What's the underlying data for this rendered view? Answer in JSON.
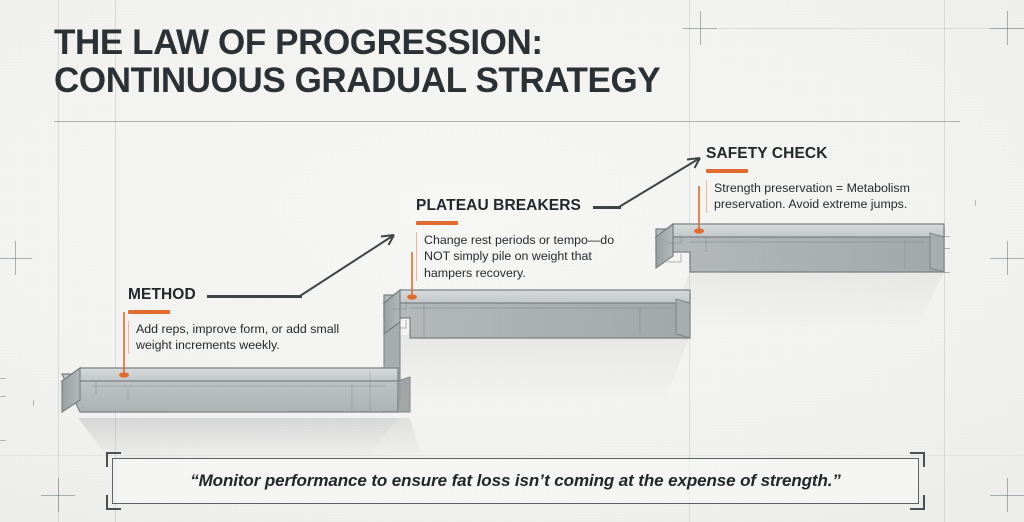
{
  "title": {
    "line1": "THE LAW OF PROGRESSION:",
    "line2": "CONTINUOUS GRADUAL STRATEGY"
  },
  "theme": {
    "background": "#f2f2f0",
    "accent_orange": "#e26b30",
    "ink": "#2b3134",
    "step_top": "#cfd3d4",
    "step_front": "#b9bdbe",
    "step_side": "#9aa0a2",
    "grid_line": "#788084"
  },
  "callouts": [
    {
      "id": "method",
      "heading": "METHOD",
      "body": "Add reps, improve form, or add small weight increments weekly.",
      "accent": "#e26b30"
    },
    {
      "id": "plateau-breakers",
      "heading": "PLATEAU BREAKERS",
      "body": "Change rest periods or tempo—do NOT simply pile on weight that hampers recovery.",
      "accent": "#e26b30"
    },
    {
      "id": "safety-check",
      "heading": "SAFETY CHECK",
      "body": "Strength preservation = Metabolism preservation. Avoid extreme jumps.",
      "accent": "#e26b30"
    }
  ],
  "diagram": {
    "type": "isometric-staircase",
    "step_count": 3,
    "steps": [
      {
        "label": "METHOD",
        "level": 1
      },
      {
        "label": "PLATEAU BREAKERS",
        "level": 2
      },
      {
        "label": "SAFETY CHECK",
        "level": 3
      }
    ]
  },
  "quote": {
    "text": "“Monitor performance to ensure fat loss isn’t coming at the expense of strength.”"
  },
  "icons": {
    "crosshair": "crosshair-mark",
    "connector_dot": "connector-dot",
    "leader_arrow": "leader-arrow"
  }
}
